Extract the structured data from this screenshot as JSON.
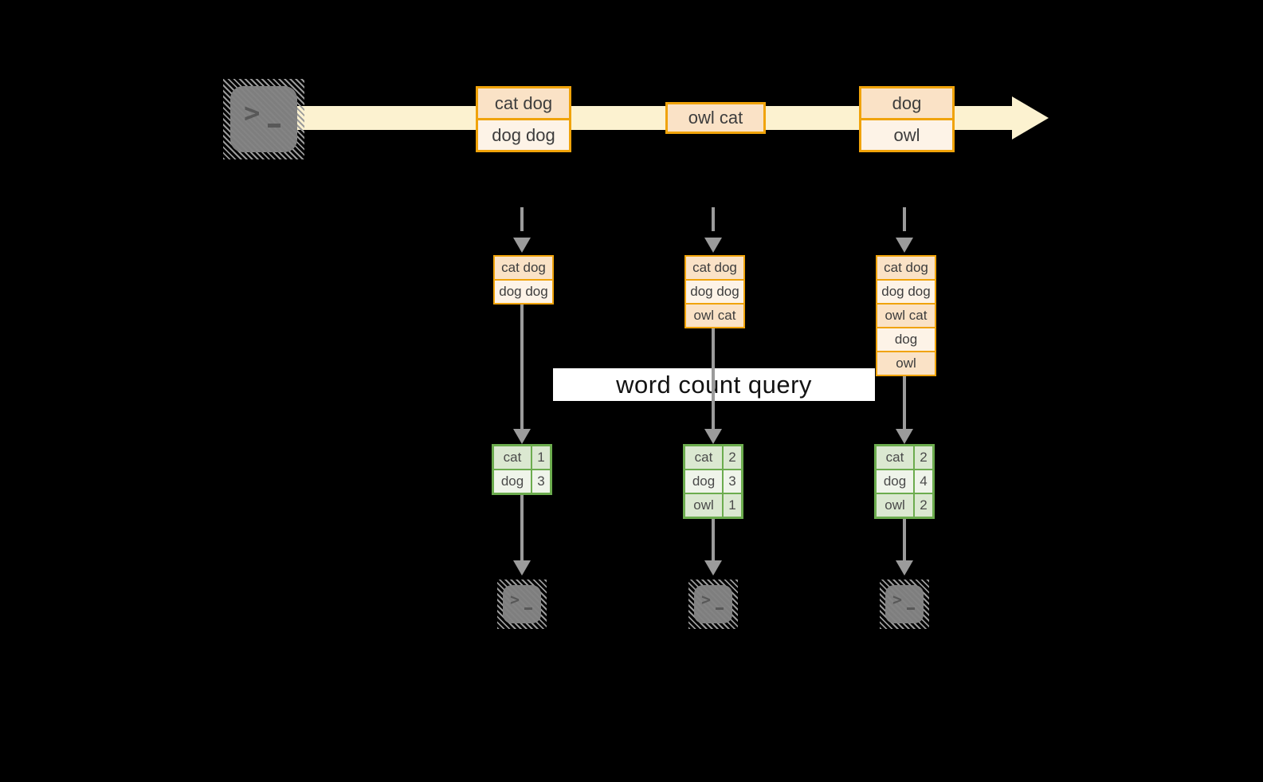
{
  "colors": {
    "background": "#000000",
    "stream_fill": "#FCF2D0",
    "event_border": "#F0A30A",
    "event_fill_dark": "#FAE2C6",
    "event_fill_light": "#FDF3E7",
    "table_border": "#6CAC4E",
    "table_fill_dark": "#DBE8D1",
    "table_fill_light": "#EFF4EA",
    "arrow_gray": "#9B9B9B",
    "terminal_gray": "#7E7E7E"
  },
  "query_label": "word count query",
  "stream": {
    "events": [
      {
        "items": [
          "cat dog",
          "dog dog"
        ]
      },
      {
        "items": [
          "owl cat"
        ]
      },
      {
        "items": [
          "dog",
          "owl"
        ]
      }
    ]
  },
  "columns": [
    {
      "state": [
        "cat dog",
        "dog dog"
      ],
      "counts": [
        {
          "word": "cat",
          "count": "1"
        },
        {
          "word": "dog",
          "count": "3"
        }
      ]
    },
    {
      "state": [
        "cat dog",
        "dog dog",
        "owl cat"
      ],
      "counts": [
        {
          "word": "cat",
          "count": "2"
        },
        {
          "word": "dog",
          "count": "3"
        },
        {
          "word": "owl",
          "count": "1"
        }
      ]
    },
    {
      "state": [
        "cat dog",
        "dog dog",
        "owl cat",
        "dog",
        "owl"
      ],
      "counts": [
        {
          "word": "cat",
          "count": "2"
        },
        {
          "word": "dog",
          "count": "4"
        },
        {
          "word": "owl",
          "count": "2"
        }
      ]
    }
  ]
}
